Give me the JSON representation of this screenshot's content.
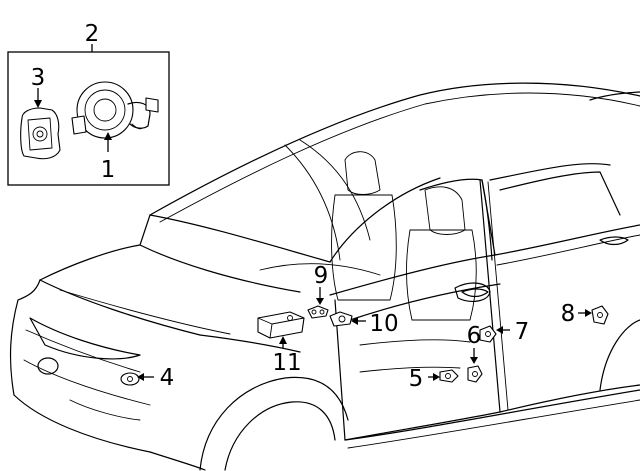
{
  "diagram": {
    "inset": {
      "label": "2",
      "callouts": [
        "3",
        "1"
      ]
    },
    "callouts": [
      "9",
      "10",
      "11",
      "4",
      "5",
      "6",
      "7",
      "8"
    ]
  }
}
